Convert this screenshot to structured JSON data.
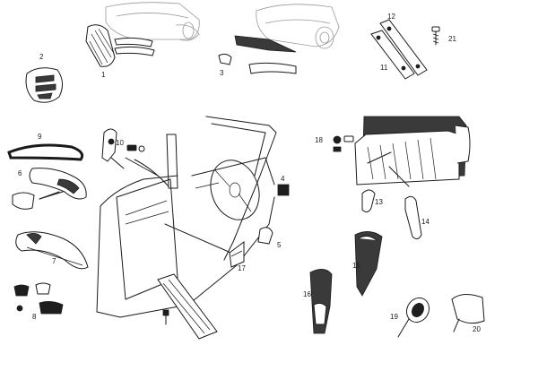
{
  "diagram": {
    "part_numbers": [
      "1",
      "2",
      "3",
      "4",
      "5",
      "6",
      "7",
      "8",
      "9",
      "10",
      "11",
      "12",
      "13",
      "14",
      "15",
      "16",
      "17",
      "18",
      "19",
      "20",
      "21"
    ]
  }
}
